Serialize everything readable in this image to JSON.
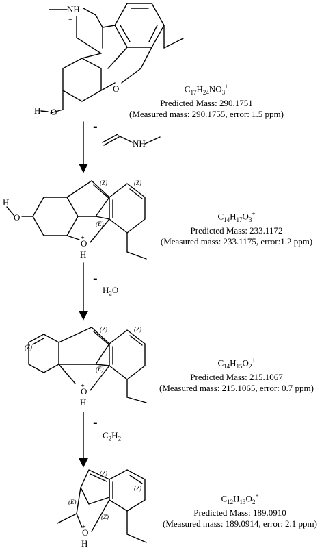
{
  "steps": [
    {
      "formula": {
        "c": "17",
        "h": "24",
        "n": "N",
        "o": "3",
        "charge": "+"
      },
      "predicted": "Predicted Mass: 290.1751",
      "measured": "(Measured mass: 290.1755, error: 1.5 ppm)"
    },
    {
      "formula": {
        "c": "14",
        "h": "17",
        "o": "3",
        "charge": "+"
      },
      "predicted": "Predicted Mass: 233.1172",
      "measured": "(Measured mass: 233.1175, error:1.2 ppm)"
    },
    {
      "formula": {
        "c": "14",
        "h": "15",
        "o": "2",
        "charge": "+"
      },
      "predicted": "Predicted Mass: 215.1067",
      "measured": "(Measured mass: 215.1065, error: 0.7 ppm)"
    },
    {
      "formula": {
        "c": "12",
        "h": "13",
        "o": "2",
        "charge": "+"
      },
      "predicted": "Predicted Mass: 189.0910",
      "measured": "(Measured mass: 189.0914, error: 2.1 ppm)"
    }
  ],
  "losses": {
    "minus": "-",
    "water": {
      "h": "H",
      "sub": "2",
      "o": "O"
    },
    "acetylene": {
      "c": "C",
      "c_sub": "2",
      "h": "H",
      "h_sub": "2"
    }
  },
  "atoms": {
    "nh": "NH",
    "h": "H",
    "o": "O",
    "plus": "+",
    "z": "(Z)",
    "e": "(E)"
  }
}
